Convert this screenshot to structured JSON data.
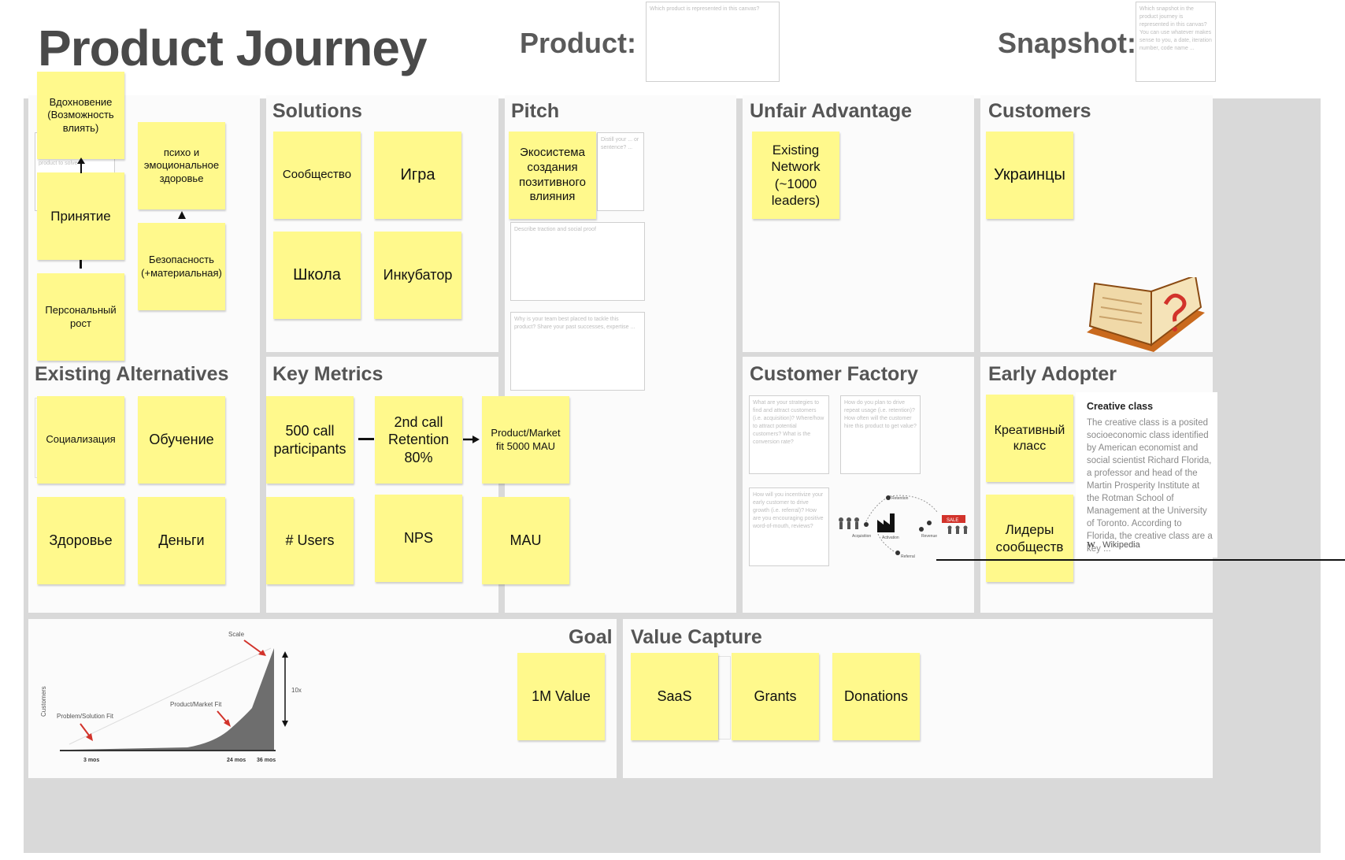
{
  "header": {
    "title": "Product Journey",
    "product_label": "Product:",
    "product_hint": "Which product is represented in this canvas?",
    "snapshot_label": "Snapshot:",
    "snapshot_hint": "Which snapshot in the product journey is represented in this canvas? You can use whatever makes sense to you, a date, iteration number, code name ..."
  },
  "panels": {
    "solutions": "Solutions",
    "pitch": "Pitch",
    "unfair_advantage": "Unfair Advantage",
    "customers": "Customers",
    "existing_alternatives": "Existing Alternatives",
    "key_metrics": "Key Metrics",
    "customer_factory": "Customer Factory",
    "early_adopters": "Early Adopter",
    "goal": "Goal",
    "value_capture": "Value Capture"
  },
  "hints": {
    "problem": "product to solve",
    "pitch1": "Distill your ... or sentence? ...",
    "pitch2": "Describe traction and social proof",
    "pitch3": "Why is your team best placed to tackle this product? Share your past successes, expertise ...",
    "cf1": "What are your strategies to find and attract customers (i.e. acquisition)? Where/how to attract potential customers? What is the conversion rate?",
    "cf2": "How do you plan to drive repeat usage (i.e. retention)? How often will the customer hire this product to get value?",
    "cf3": "How will you incentivize your early customer to drive growth (i.e. referral)? How are you encouraging positive word-of-mouth, reviews?"
  },
  "stickies": {
    "inspiration": "Вдохновение (Возможность влиять)",
    "psycho": "психо и эмоциональное здоровье",
    "acceptance": "Принятие",
    "safety": "Безопасность (+материальная)",
    "growth": "Персональный рост",
    "community": "Сообщество",
    "game": "Игра",
    "school": "Школа",
    "incubator": "Инкубатор",
    "ecosystem": "Экосистема создания позитивного влияния",
    "network": "Existing Network (~1000 leaders)",
    "ukrainians": "Украинцы",
    "socialization": "Социализация",
    "learning": "Обучение",
    "health": "Здоровье",
    "money": "Деньги",
    "call500": "500 call participants",
    "retention": "2nd call Retention 80%",
    "pmf": "Product/Market fit 5000 MAU",
    "users": "# Users",
    "nps": "NPS",
    "mau": "MAU",
    "creative": "Креативный класс",
    "leaders": "Лидеры сообществ",
    "million": "1M Value",
    "saas": "SaaS",
    "grants": "Grants",
    "donations": "Donations"
  },
  "wiki": {
    "title": "Creative class",
    "text": "The creative class is a posited socioeconomic class identified by American economist and social scientist Richard Florida, a professor and head of the Martin Prosperity Institute at the Rotman School of Management at the University of Toronto. According to Florida, the creative class are a key ...",
    "source": "Wikipedia",
    "source_icon": "W"
  },
  "goal_chart": {
    "ylabel": "Customers",
    "scale": "Scale",
    "pmf": "Product/Market Fit",
    "psf": "Problem/Solution Fit",
    "ten_x": "10x",
    "t1": "3 mos",
    "t2": "24 mos",
    "t3": "36 mos"
  },
  "factory_diagram": {
    "labels": [
      "Acquisition",
      "Activation",
      "Retention",
      "Revenue",
      "Referral",
      "SALE"
    ]
  },
  "colors": {
    "sticky": "#fff98c",
    "panel": "#fbfbfb",
    "canvas_border": "#d9d9d9",
    "arrow_red": "#d2332b"
  }
}
